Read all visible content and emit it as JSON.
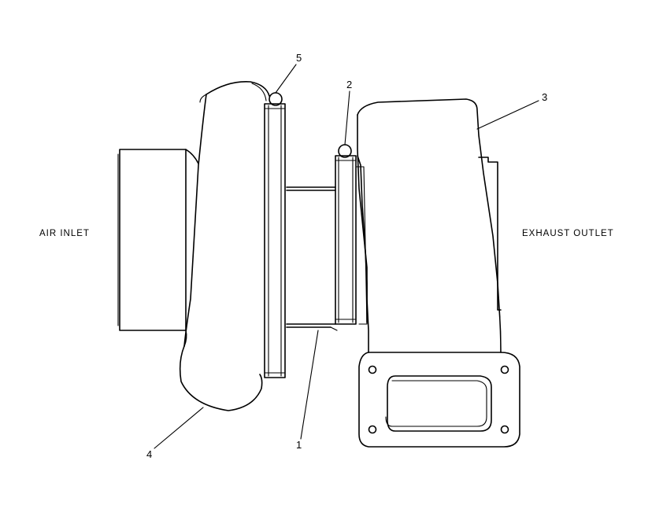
{
  "labels": {
    "air_inlet": "AIR INLET",
    "exhaust_outlet": "EXHAUST OUTLET"
  },
  "callouts": {
    "c1": "1",
    "c2": "2",
    "c3": "3",
    "c4": "4",
    "c5": "5"
  }
}
